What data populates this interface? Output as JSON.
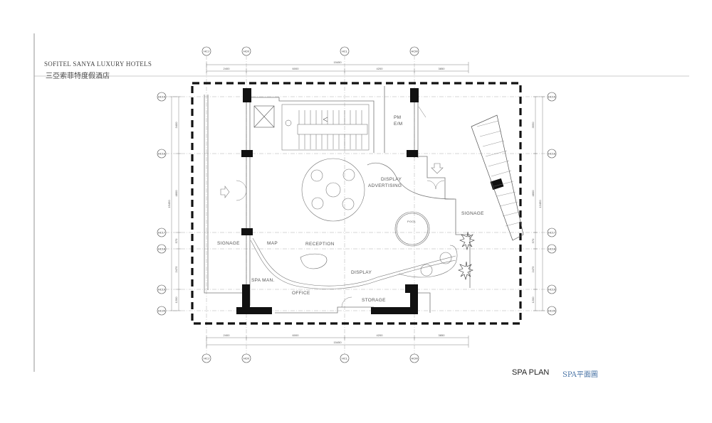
{
  "header": {
    "brand_en": "SOFITEL SANYA LUXURY HOTELS",
    "brand_cn": "三亞索菲特度假酒店"
  },
  "footer": {
    "title_en": "SPA PLAN",
    "title_cn": "SPA平面圖"
  },
  "grid": {
    "columns": [
      "HCJ",
      "HCK",
      "HCL",
      "HCM"
    ],
    "rows": [
      "HC15",
      "HC16",
      "HC17",
      "HC18",
      "HC19",
      "HC20"
    ]
  },
  "dimensions": {
    "top_total": "15450",
    "top_segments": [
      "2400",
      "6000",
      "4200",
      "3850"
    ],
    "bottom_total": "15450",
    "bottom_segments": [
      "2400",
      "6000",
      "4200",
      "3850"
    ],
    "left_total": "15450",
    "left_segments": [
      "3400",
      "4800",
      "570",
      "2475",
      "1200"
    ],
    "right_total": "12450",
    "right_segments": [
      "3550",
      "4800",
      "570",
      "2475",
      "1200"
    ]
  },
  "rooms": {
    "pm_em_1": "PM",
    "pm_em_2": "E/M",
    "display_advertising_1": "DISPLAY",
    "display_advertising_2": "ADVERTISING",
    "signage_right": "SIGNAGE",
    "signage_left": "SIGNAGE",
    "map": "MAP",
    "reception": "RECEPTION",
    "display": "DISPLAY",
    "spa_man": "SPA MAN.",
    "office": "OFFICE",
    "storage": "STORAGE",
    "pool": "POOL"
  }
}
